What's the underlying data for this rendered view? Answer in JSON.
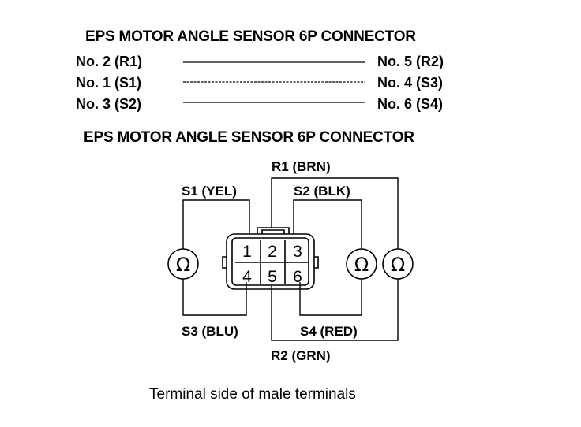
{
  "header_top": "EPS MOTOR ANGLE SENSOR 6P CONNECTOR",
  "header_diagram": "EPS MOTOR ANGLE SENSOR 6P CONNECTOR",
  "pairs": [
    {
      "left": "No. 2 (R1)",
      "right": "No. 5 (R2)"
    },
    {
      "left": "No. 1 (S1)",
      "right": "No. 4 (S3)"
    },
    {
      "left": "No. 3 (S2)",
      "right": "No. 6 (S4)"
    }
  ],
  "pins": [
    "1",
    "2",
    "3",
    "4",
    "5",
    "6"
  ],
  "wire_labels": {
    "r1": "R1 (BRN)",
    "s1": "S1 (YEL)",
    "s2": "S2 (BLK)",
    "s3": "S3 (BLU)",
    "s4": "S4 (RED)",
    "r2": "R2 (GRN)"
  },
  "ohm_symbol": "Ω",
  "caption": "Terminal side of male terminals"
}
